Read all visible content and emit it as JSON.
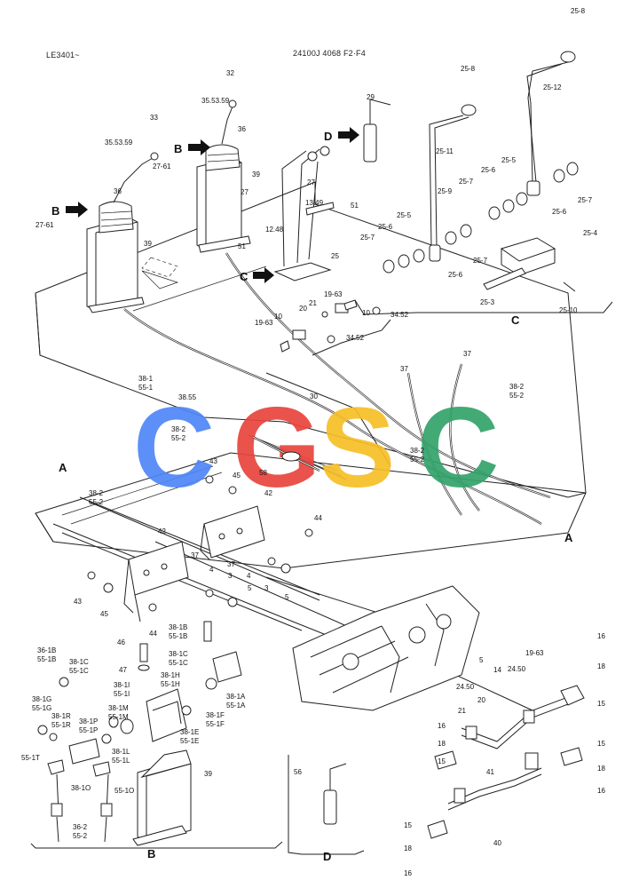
{
  "header": {
    "left_code": "LE3401~",
    "center_code": "24100J 4068 F2·F4"
  },
  "watermark": {
    "letters": [
      "C",
      "G",
      "S",
      "C"
    ],
    "colors": [
      "#4f86f7",
      "#e8453c",
      "#f6bf26",
      "#34a36b"
    ]
  },
  "view_markers": {
    "B": "B",
    "C": "C",
    "D": "D",
    "A": "A"
  },
  "callouts": {
    "c25_8a": "25-8",
    "c25_8b": "25-8",
    "c25_12": "25-12",
    "c25_11": "25-11",
    "c25_5a": "25-5",
    "c25_6a": "25-6",
    "c25_7a": "25-7",
    "c25_9": "25-9",
    "c25_5b": "25-5",
    "c25_6b": "25-6",
    "c25_7b": "25-7",
    "c25_6c": "25-6",
    "c25_7c": "25-7",
    "c25_6d": "25-6",
    "c25_7d": "25-7",
    "c25_4": "25-4",
    "c25_3": "25-3",
    "c25_10": "25-10",
    "c32": "32",
    "c35_53_59a": "35.53.59",
    "c36a": "36",
    "c33": "33",
    "c35_53_59b": "35.53.59",
    "c27_61a": "27-61",
    "c36b": "36",
    "c39a": "39",
    "c27_61b": "27-61",
    "c39b": "39",
    "c29": "29",
    "c27a": "27",
    "c27b": "27",
    "c13_49": "13.49",
    "c51a": "51",
    "c51b": "51",
    "c12_48": "12.48",
    "c25": "25",
    "c19_63a": "19-63",
    "c10a": "10",
    "c21a": "21",
    "c20a": "20",
    "c10b": "10",
    "c34_52a": "34.52",
    "c19_63b": "19-63",
    "c34_52b": "34.52",
    "c37a": "37",
    "c37b": "37",
    "c38_1": "38-1",
    "c55_1": "55-1",
    "c38_55": "38.55",
    "c38_2a": "38-2",
    "c55_2a": "55-2",
    "c30": "30",
    "c58": "58",
    "c43a": "43",
    "c45a": "45",
    "c38_2b": "38-2",
    "c55_2b": "55-2",
    "c38_2c": "38-2",
    "c55_2c": "55-2",
    "c38_2d": "38-2",
    "c55_2d": "55-2",
    "c42a": "42",
    "c44a": "44",
    "c42b": "42",
    "c37c": "37",
    "c37d": "37",
    "c4a": "4",
    "c4b": "4",
    "c3a": "3",
    "c3b": "3",
    "c5a": "5",
    "c5b": "5",
    "c43b": "43",
    "c45b": "45",
    "c44b": "44",
    "c46": "46",
    "c47": "47",
    "c38_1b": "38-1B",
    "c55_1b": "55-1B",
    "c38_1c": "38-1C",
    "c55_1c": "55-1C",
    "c38_1h": "38-1H",
    "c55_1h": "55-1H",
    "c38_1i": "38-1I",
    "c55_1i": "55-1I",
    "c38_1a": "38-1A",
    "c55_1a": "55-1A",
    "c38_1m": "38-1M",
    "c55_1m": "55-1M",
    "c38_1f": "38-1F",
    "c55_1f": "55-1F",
    "c38_1e": "38-1E",
    "c55_1e": "55-1E",
    "c38_1bL": "36-1B",
    "c55_1bL": "55-1B",
    "c38_1cL": "38-1C",
    "c55_1cL": "55-1C",
    "c38_1gL": "38-1G",
    "c55_1gL": "55-1G",
    "c38_1rL": "38-1R",
    "c55_1rL": "55-1R",
    "c38_1pL": "38-1P",
    "c55_1pL": "55-1P",
    "c38_1lL": "38-1L",
    "c55_1lL": "55-1L",
    "c55_1t": "55-1T",
    "c38_1o": "38-1O",
    "c55_1o": "55-1O",
    "c38_2e": "36-2",
    "c55_2e": "55-2",
    "c39c": "39",
    "c56": "56",
    "c16a": "16",
    "c18a": "18",
    "c15a": "15",
    "c5c": "5",
    "c14": "14",
    "c24_50a": "24.50",
    "c19_63c": "19-63",
    "c24_50b": "24.50",
    "c20b": "20",
    "c21b": "21",
    "c16b": "16",
    "c18b": "18",
    "c15b": "15",
    "c41": "41",
    "c15c": "15",
    "c18c": "18",
    "c16c": "16",
    "c40": "40",
    "c15d": "15",
    "c18d": "18",
    "c16d": "16"
  }
}
